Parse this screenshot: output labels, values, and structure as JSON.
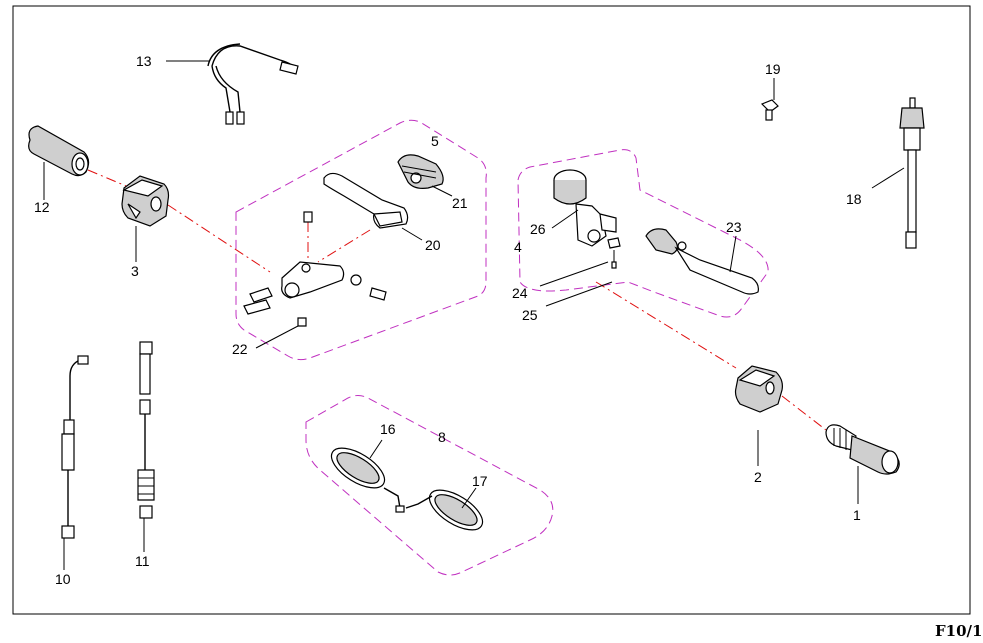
{
  "figure_code": "F10/1",
  "callouts": {
    "c1": "1",
    "c2": "2",
    "c3": "3",
    "c4": "4",
    "c5": "5",
    "c8": "8",
    "c10": "10",
    "c11": "11",
    "c12": "12",
    "c13": "13",
    "c16": "16",
    "c17": "17",
    "c18": "18",
    "c19": "19",
    "c20": "20",
    "c21": "21",
    "c22": "22",
    "c23": "23",
    "c24": "24",
    "c25": "25",
    "c26": "26"
  },
  "colors": {
    "group_outline": "#c030c0",
    "assembly_axis": "#e01010",
    "line_art": "#000000"
  }
}
